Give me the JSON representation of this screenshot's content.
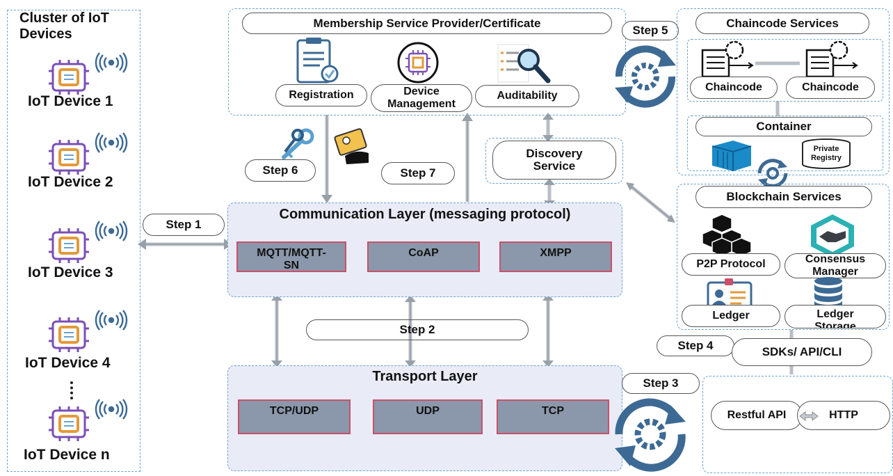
{
  "cluster": {
    "title": "Cluster of IoT Devices",
    "devices": [
      "IoT Device 1",
      "IoT Device 2",
      "IoT Device 3",
      "IoT Device 4",
      "IoT Device n"
    ]
  },
  "msp": {
    "title": "Membership Service Provider/Certificate",
    "items": [
      "Registration",
      "Device Management",
      "Auditability"
    ]
  },
  "chaincode": {
    "title": "Chaincode Services",
    "items": [
      "Chaincode",
      "Chaincode"
    ],
    "container": "Container",
    "registry": "Private Registry"
  },
  "blockchain": {
    "title": "Blockchain Services",
    "items": [
      "P2P Protocol",
      "Consensus Manager",
      "Ledger",
      "Ledger Storage"
    ]
  },
  "discovery": "Discovery Service",
  "communication": {
    "title": "Communication Layer (messaging protocol)",
    "protocols": [
      "MQTT/MQTT-SN",
      "CoAP",
      "XMPP"
    ]
  },
  "transport": {
    "title": "Transport Layer",
    "protocols": [
      "TCP/UDP",
      "UDP",
      "TCP"
    ]
  },
  "sdk": "SDKs/ API/CLI",
  "api": {
    "rest": "Restful API",
    "http": "HTTP"
  },
  "steps": {
    "s1": "Step 1",
    "s2": "Step 2",
    "s3": "Step 3",
    "s4": "Step 4",
    "s5": "Step 5",
    "s6": "Step 6",
    "s7": "Step 7"
  },
  "colors": {
    "dashed_border": "#6aa3cf",
    "protocol_fill": "#8b97aa",
    "protocol_border": "#c9506a",
    "layer_fill": "#e9ecf7",
    "gear_blue": "#3d6a94",
    "chip_orange": "#e39a3b",
    "chip_purple": "#7a4fb5"
  }
}
